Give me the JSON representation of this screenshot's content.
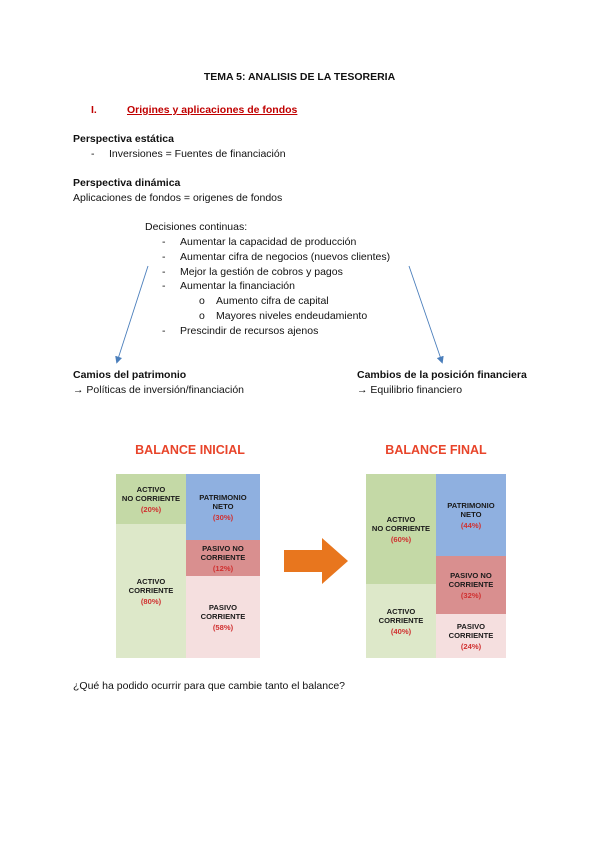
{
  "title": "TEMA 5: ANALISIS DE LA TESORERIA",
  "section": {
    "num": "I.",
    "label": "Origines y aplicaciones de fondos"
  },
  "static": {
    "heading": "Perspectiva estática",
    "bullet": "-",
    "item": "Inversiones = Fuentes de financiación"
  },
  "dynamic": {
    "heading": "Perspectiva dinámica",
    "line": "Aplicaciones de fondos = origenes de fondos"
  },
  "decisions": {
    "heading": "Decisiones continuas:",
    "items": [
      "Aumentar la capacidad de producción",
      "Aumentar cifra de negocios (nuevos clientes)",
      "Mejor la gestión de cobros y pagos",
      "Aumentar la financiación"
    ],
    "subitems": [
      "Aumento cifra de capital",
      "Mayores niveles endeudamiento"
    ],
    "last": "Prescindir de recursos ajenos",
    "dash": "-",
    "sub_bullet": "o"
  },
  "left_col": {
    "heading": "Camios del patrimonio",
    "line": "→ Políticas de inversión/financiación"
  },
  "right_col": {
    "heading": "Cambios de la posición financiera",
    "line": "→ Equilibrio financiero"
  },
  "balance_initial": {
    "title": "BALANCE INICIAL",
    "anc": {
      "label1": "ACTIVO",
      "label2": "NO CORRIENTE",
      "pct": "(20%)"
    },
    "ac": {
      "label1": "ACTIVO",
      "label2": "CORRIENTE",
      "pct": "(80%)"
    },
    "pn": {
      "label1": "PATRIMONIO",
      "label2": "NETO",
      "pct": "(30%)"
    },
    "pnc": {
      "label1": "PASIVO NO",
      "label2": "CORRIENTE",
      "pct": "(12%)"
    },
    "pc": {
      "label1": "PASIVO",
      "label2": "CORRIENTE",
      "pct": "(58%)"
    }
  },
  "balance_final": {
    "title": "BALANCE FINAL",
    "anc": {
      "label1": "ACTIVO",
      "label2": "NO CORRIENTE",
      "pct": "(60%)"
    },
    "ac": {
      "label1": "ACTIVO",
      "label2": "CORRIENTE",
      "pct": "(40%)"
    },
    "pn": {
      "label1": "PATRIMONIO",
      "label2": "NETO",
      "pct": "(44%)"
    },
    "pnc": {
      "label1": "PASIVO NO",
      "label2": "CORRIENTE",
      "pct": "(32%)"
    },
    "pc": {
      "label1": "PASIVO",
      "label2": "CORRIENTE",
      "pct": "(24%)"
    }
  },
  "colors": {
    "accent_red": "#c00000",
    "balance_title": "#e8442a",
    "arrow": "#e8761e",
    "connector": "#4a7ebb"
  },
  "question": "¿Qué ha podido ocurrir para que cambie tanto el balance?"
}
